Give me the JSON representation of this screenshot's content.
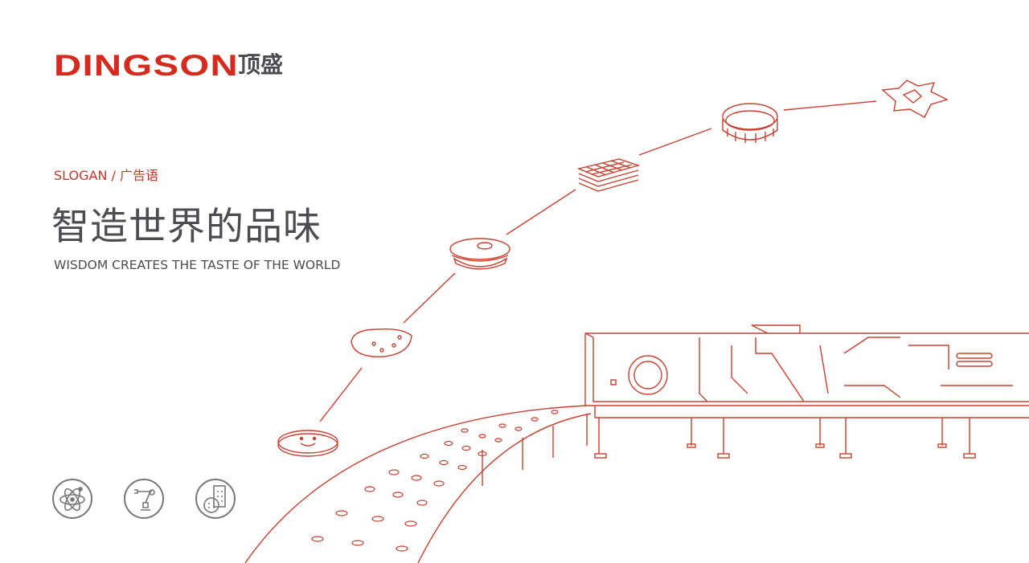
{
  "brand": {
    "name_en": "DINGSON",
    "name_cn": "顶盛",
    "color": "#d52b1e"
  },
  "slogan": {
    "label": "SLOGAN / 广告语",
    "title_cn": "智造世界的品味",
    "title_en": "WISDOM CREATES THE TASTE OF THE WORLD"
  },
  "features": [
    {
      "icon": "atom-icon"
    },
    {
      "icon": "robot-arm-icon"
    },
    {
      "icon": "biscuit-icon"
    }
  ]
}
